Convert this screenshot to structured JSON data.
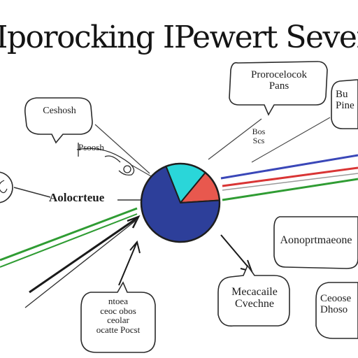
{
  "title": "Iporocking IPewert Sever",
  "center_chart": {
    "type": "pie",
    "colors": {
      "blue": "#2d3f9a",
      "cyan": "#2ad6d9",
      "red": "#e8584e"
    },
    "slices": [
      {
        "color": "#2d3f9a",
        "fraction": 0.7
      },
      {
        "color": "#2ad6d9",
        "fraction": 0.17
      },
      {
        "color": "#e8584e",
        "fraction": 0.13
      }
    ]
  },
  "line_colors": {
    "blue": "#3a47b8",
    "red": "#d93535",
    "green": "#2f9c33",
    "black": "#1a1a1a"
  },
  "bubbles": {
    "top_right": [
      "Prorocelocok",
      "Pans"
    ],
    "far_right": [
      "Bu",
      "Pine"
    ],
    "left_top": [
      "Ceshosh"
    ],
    "mid_right": [
      "Aonoprtmaeone"
    ],
    "bottom_center": [
      "Mecacaile",
      "Cvechne"
    ],
    "bottom_left": [
      "ntoea",
      "ceoc obos",
      "ceolar",
      "ocatte Pocst"
    ],
    "bottom_right": [
      "Ceoose",
      "Dhoso"
    ]
  },
  "labels": {
    "mid_left": "Aolocrteue",
    "top_small": [
      "Bos",
      "Scs"
    ],
    "left_pen": "Psoosh"
  }
}
